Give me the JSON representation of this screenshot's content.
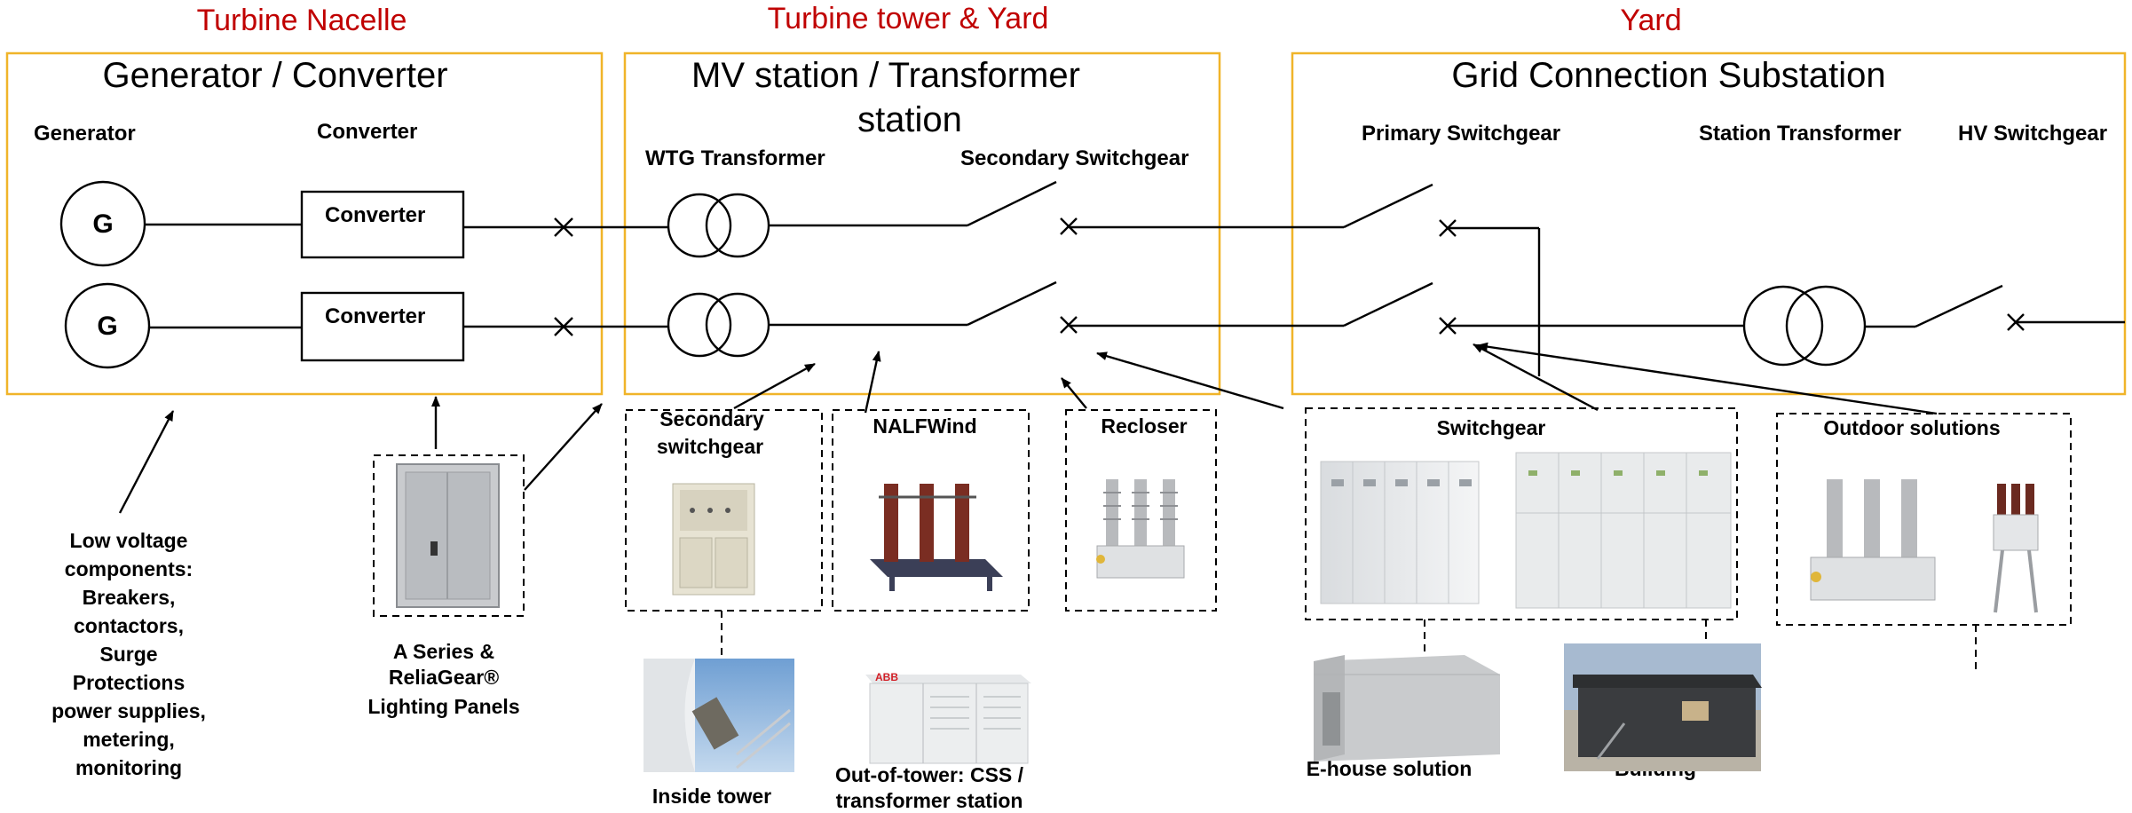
{
  "regions": {
    "nacelle": "Turbine Nacelle",
    "tower_yard": "Turbine tower & Yard",
    "yard": "Yard"
  },
  "boxes": {
    "generator_converter": {
      "title": "Generator / Converter",
      "generator_label": "Generator",
      "converter_label": "Converter",
      "gen_symbol": "G",
      "converter_box": "Converter"
    },
    "mv_station": {
      "title_line1": "MV station / Transformer",
      "title_line2": "station",
      "wtg_label": "WTG Transformer",
      "secondary_label": "Secondary Switchgear"
    },
    "grid": {
      "title": "Grid Connection Substation",
      "primary_label": "Primary Switchgear",
      "station_label": "Station Transformer",
      "hv_label": "HV Switchgear"
    }
  },
  "products": {
    "low_voltage": [
      "Low voltage",
      "components:",
      "Breakers,",
      "contactors,",
      "Surge",
      "Protections",
      "power supplies,",
      "metering,",
      "monitoring"
    ],
    "panels": [
      "A Series &",
      "ReliaGear®",
      "Lighting Panels"
    ],
    "secondary": [
      "Secondary",
      "switchgear"
    ],
    "nalfwind": "NALFWind",
    "recloser": "Recloser",
    "switchgear": "Switchgear",
    "outdoor": "Outdoor solutions",
    "inside_tower": "Inside tower",
    "out_of_tower": [
      "Out-of-tower: CSS /",
      "transformer station"
    ],
    "ehouse": "E-house solution",
    "building": "Building",
    "abb_logo": "ABB"
  },
  "colors": {
    "region_red": "#c00000",
    "box_orange": "#f0b429",
    "line": "#000000"
  }
}
